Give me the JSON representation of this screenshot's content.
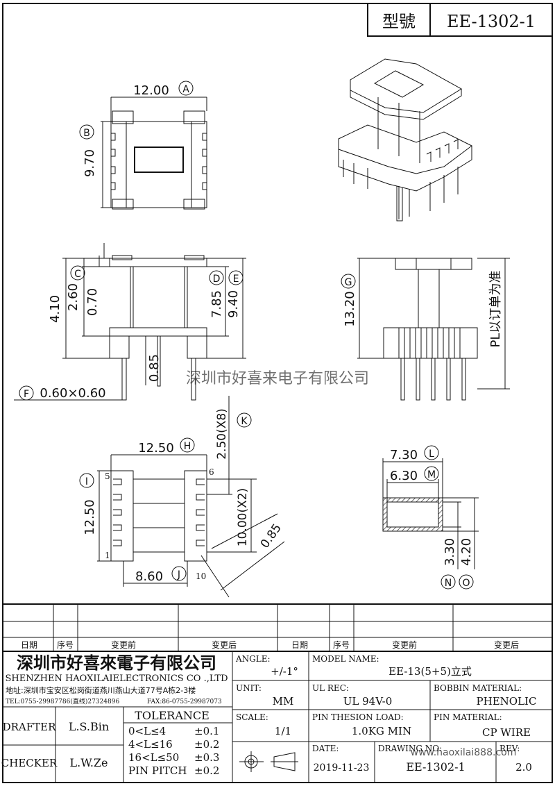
{
  "header": {
    "model_label": "型號",
    "model_value": "EE-1302-1"
  },
  "watermark": "深圳市好喜来电子有限公司",
  "dims": {
    "A": "12.00",
    "B": "9.70",
    "C": "2.60",
    "d070": "0.70",
    "d410": "4.10",
    "D": "7.85",
    "E": "9.40",
    "G": "13.20",
    "d085": "0.85",
    "F": "0.60×0.60",
    "pl_note": "PL以订单为准",
    "H": "12.50",
    "K": "2.50(X8)",
    "I": "12.50",
    "J": "8.60",
    "d1000": "10.00(X2)",
    "d085b": "0.85",
    "L": "7.30",
    "M": "6.30",
    "N": "3.30",
    "O": "4.20"
  },
  "markers": {
    "A": "A",
    "B": "B",
    "C": "C",
    "D": "D",
    "E": "E",
    "F": "F",
    "G": "G",
    "H": "H",
    "I": "I",
    "J": "J",
    "K": "K",
    "L": "L",
    "M": "M",
    "N": "N",
    "O": "O"
  },
  "pins": {
    "p1": "1",
    "p5": "5",
    "p6": "6",
    "p10": "10"
  },
  "revision_table": {
    "h1": "日期",
    "h2": "序号",
    "h3": "变更前",
    "h4": "变更后",
    "h5": "日期",
    "h6": "序号",
    "h7": "变更前",
    "h8": "变更后"
  },
  "company": {
    "name_cn": "深圳市好喜來電子有限公司",
    "name_en": "SHENZHEN HAOXILAIELECTRONICS CO .,LTD",
    "address": "地址:深圳市宝安区松岗街道燕川燕山大道77号A栋2-3楼",
    "tel": "TEL:0755-29987786(直线)27324896",
    "fax": "FAX:86-0755-29987073"
  },
  "info": {
    "angle_label": "ANGLE:",
    "angle_value": "+/-1°",
    "model_name_label": "MODEL NAME:",
    "model_name_value": "EE-13(5+5)立式",
    "unit_label": "UNIT:",
    "unit_value": "MM",
    "ul_label": "UL REC:",
    "ul_value": "UL 94V-0",
    "bobbin_label": "BOBBIN MATERIAL:",
    "bobbin_value": "PHENOLIC",
    "scale_label": "SCALE:",
    "scale_value": "1/1",
    "pin_tension_label": "PIN THESION LOAD:",
    "pin_tension_value": "1.0KG MIN",
    "pin_material_label": "PIN MATERIAL:",
    "pin_material_value": "CP  WIRE",
    "date_label": "DATE:",
    "date_value": "2019-11-23",
    "drawing_label": "DRAWING NO:",
    "drawing_value": "EE-1302-1",
    "rev_label": "REV:",
    "rev_value": "2.0",
    "url_watermark": "www.haoxilai888.com"
  },
  "people": {
    "drafter_label": "DRAFTER",
    "drafter_value": "L.S.Bin",
    "checker_label": "CHECKER",
    "checker_value": "L.W.Ze"
  },
  "tolerance": {
    "title": "TOLERANCE",
    "r1_range": "0<L≤4",
    "r1_val": "±0.1",
    "r2_range": "4<L≤16",
    "r2_val": "±0.2",
    "r3_range": "16<L≤50",
    "r3_val": "±0.3",
    "r4_range": "PIN PITCH",
    "r4_val": "±0.2"
  }
}
